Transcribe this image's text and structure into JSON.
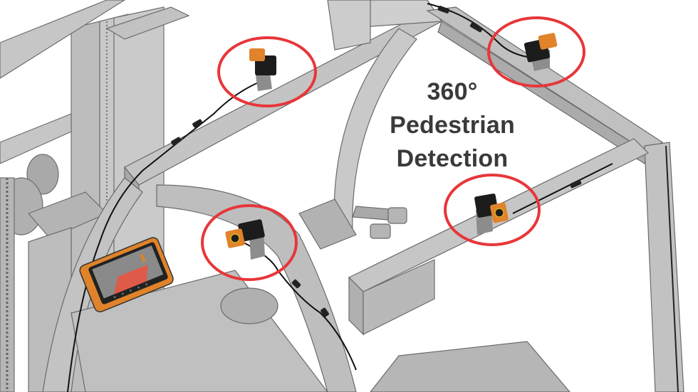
{
  "caption": {
    "line1": "360°",
    "line2": "Pedestrian",
    "line3": "Detection"
  },
  "colors": {
    "background": "#ffffff",
    "frame_gray": "#b8b8b8",
    "frame_dark": "#8c8c8c",
    "outline": "#5a5a5a",
    "camera_orange": "#e0832a",
    "camera_black": "#1c1c1c",
    "highlight_circle": "#e8363a",
    "caption_text": "#3a3a3a",
    "cable": "#111111"
  },
  "cameras": [
    {
      "id": "top-left",
      "highlighted": true
    },
    {
      "id": "top-right",
      "highlighted": true
    },
    {
      "id": "front-left",
      "highlighted": true
    },
    {
      "id": "front-right",
      "highlighted": true
    }
  ],
  "monitor": {
    "screen_color": "#e05a4a"
  }
}
